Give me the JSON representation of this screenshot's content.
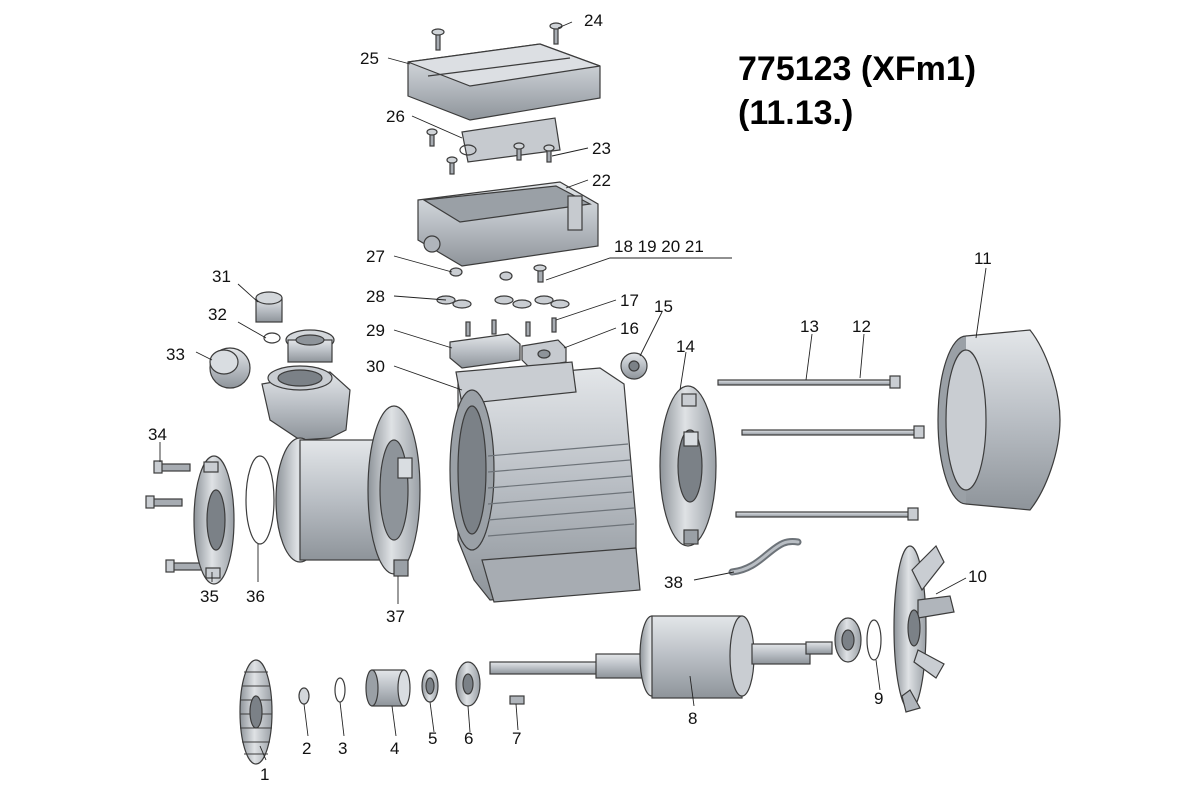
{
  "title": {
    "line1": "775123 (XFm1)",
    "line2": "(11.13.)"
  },
  "callouts": {
    "n1": "1",
    "n2": "2",
    "n3": "3",
    "n4": "4",
    "n5": "5",
    "n6": "6",
    "n7": "7",
    "n8": "8",
    "n9": "9",
    "n10": "10",
    "n11": "11",
    "n12": "12",
    "n13": "13",
    "n14": "14",
    "n15": "15",
    "n16": "16",
    "n17": "17",
    "n18_21": "18 19 20 21",
    "n22": "22",
    "n23": "23",
    "n24": "24",
    "n25": "25",
    "n26": "26",
    "n27": "27",
    "n28": "28",
    "n29": "29",
    "n30": "30",
    "n31": "31",
    "n32": "32",
    "n33": "33",
    "n34": "34",
    "n35": "35",
    "n36": "36",
    "n37": "37",
    "n38": "38"
  },
  "colors": {
    "metal": "#b9bec4",
    "metal_dark": "#8e949a",
    "metal_light": "#dfe2e5",
    "outline": "#3c3c3c",
    "text": "#111111"
  }
}
